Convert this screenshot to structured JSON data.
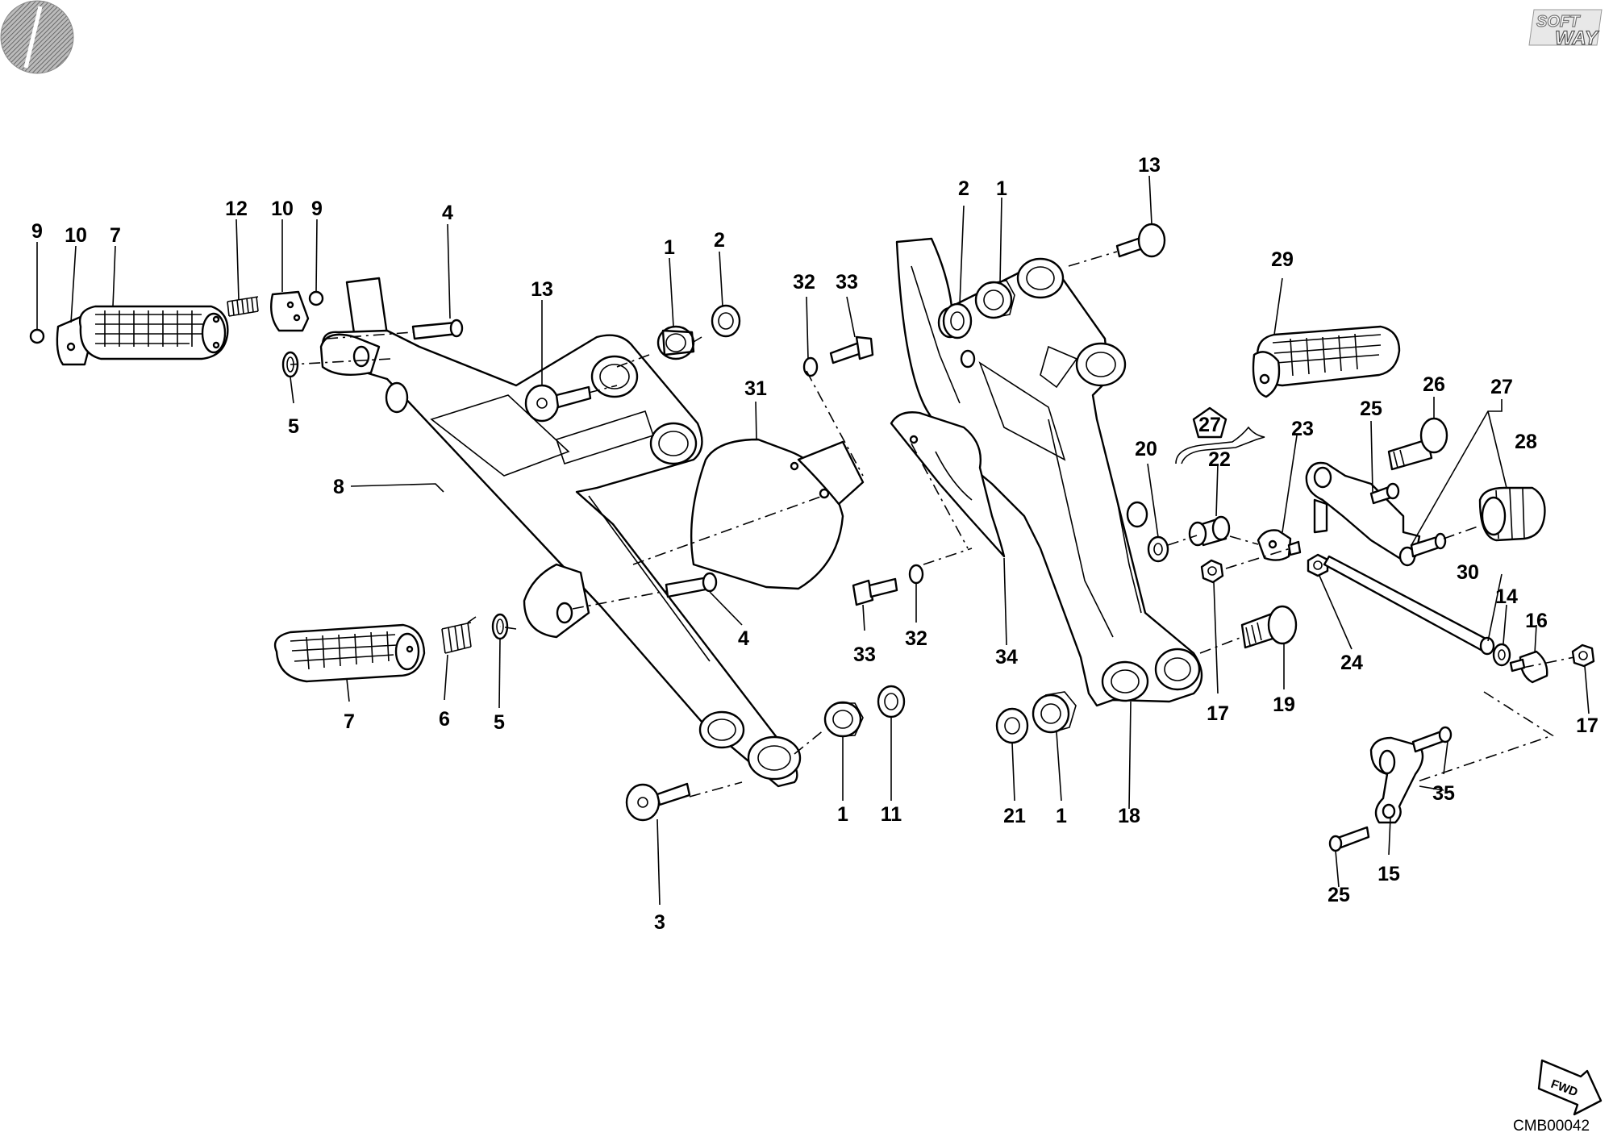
{
  "drawing_code": "CMB00042",
  "logo": {
    "line1": "SOFT",
    "line2": "WAY"
  },
  "direction_arrow": "FWD",
  "kit_badge": "27",
  "callouts": [
    {
      "id": "c9a",
      "label": "9"
    },
    {
      "id": "c10a",
      "label": "10"
    },
    {
      "id": "c7a",
      "label": "7"
    },
    {
      "id": "c12",
      "label": "12"
    },
    {
      "id": "c10b",
      "label": "10"
    },
    {
      "id": "c9b",
      "label": "9"
    },
    {
      "id": "c4a",
      "label": "4"
    },
    {
      "id": "c5a",
      "label": "5"
    },
    {
      "id": "c13a",
      "label": "13"
    },
    {
      "id": "c1a",
      "label": "1"
    },
    {
      "id": "c2a",
      "label": "2"
    },
    {
      "id": "c32a",
      "label": "32"
    },
    {
      "id": "c33a",
      "label": "33"
    },
    {
      "id": "c31",
      "label": "31"
    },
    {
      "id": "c8",
      "label": "8"
    },
    {
      "id": "c4b",
      "label": "4"
    },
    {
      "id": "c7b",
      "label": "7"
    },
    {
      "id": "c6",
      "label": "6"
    },
    {
      "id": "c5b",
      "label": "5"
    },
    {
      "id": "c1b",
      "label": "1"
    },
    {
      "id": "c11",
      "label": "11"
    },
    {
      "id": "c3",
      "label": "3"
    },
    {
      "id": "c33b",
      "label": "33"
    },
    {
      "id": "c32b",
      "label": "32"
    },
    {
      "id": "c34",
      "label": "34"
    },
    {
      "id": "c2b",
      "label": "2"
    },
    {
      "id": "c1c",
      "label": "1"
    },
    {
      "id": "c13b",
      "label": "13"
    },
    {
      "id": "c29",
      "label": "29"
    },
    {
      "id": "c20",
      "label": "20"
    },
    {
      "id": "c22",
      "label": "22"
    },
    {
      "id": "c23",
      "label": "23"
    },
    {
      "id": "c25a",
      "label": "25"
    },
    {
      "id": "c26",
      "label": "26"
    },
    {
      "id": "c27",
      "label": "27"
    },
    {
      "id": "c28",
      "label": "28"
    },
    {
      "id": "c30",
      "label": "30"
    },
    {
      "id": "c14",
      "label": "14"
    },
    {
      "id": "c16",
      "label": "16"
    },
    {
      "id": "c24",
      "label": "24"
    },
    {
      "id": "c17a",
      "label": "17"
    },
    {
      "id": "c19",
      "label": "19"
    },
    {
      "id": "c17b",
      "label": "17"
    },
    {
      "id": "c35",
      "label": "35"
    },
    {
      "id": "c15",
      "label": "15"
    },
    {
      "id": "c25b",
      "label": "25"
    },
    {
      "id": "c21",
      "label": "21"
    },
    {
      "id": "c1d",
      "label": "1"
    },
    {
      "id": "c18",
      "label": "18"
    }
  ]
}
